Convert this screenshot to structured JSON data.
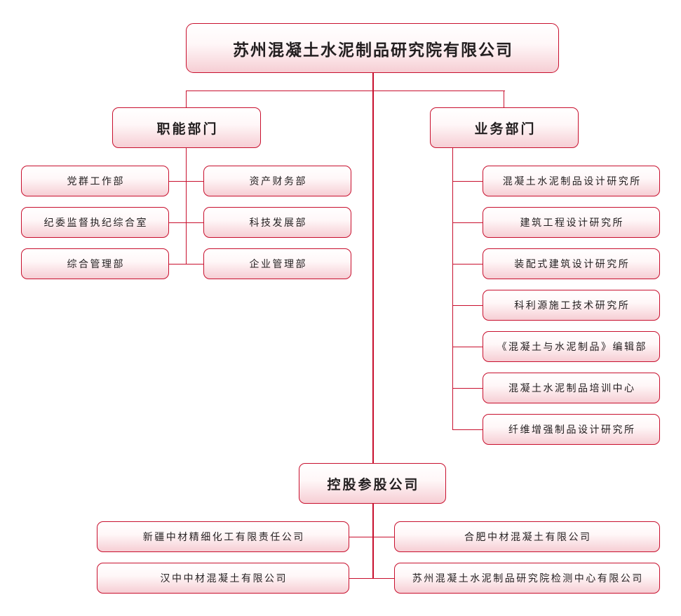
{
  "root": {
    "label": "苏州混凝土水泥制品研究院有限公司"
  },
  "functional": {
    "label": "职能部门",
    "left": [
      "党群工作部",
      "纪委监督执纪综合室",
      "综合管理部"
    ],
    "right": [
      "资产财务部",
      "科技发展部",
      "企业管理部"
    ]
  },
  "business": {
    "label": "业务部门",
    "units": [
      "混凝土水泥制品设计研究所",
      "建筑工程设计研究所",
      "装配式建筑设计研究所",
      "科利源施工技术研究所",
      "《混凝土与水泥制品》编辑部",
      "混凝土水泥制品培训中心",
      "纤维增强制品设计研究所"
    ]
  },
  "holdings": {
    "label": "控股参股公司",
    "left": [
      "新疆中材精细化工有限责任公司",
      "汉中中材混凝土有限公司"
    ],
    "right": [
      "合肥中材混凝土有限公司",
      "苏州混凝土水泥制品研究院检测中心有限公司"
    ]
  },
  "colors": {
    "accent": "#c8102e",
    "fill_top": "#ffffff",
    "fill_bottom": "#f6ced4",
    "text": "#231f20"
  }
}
